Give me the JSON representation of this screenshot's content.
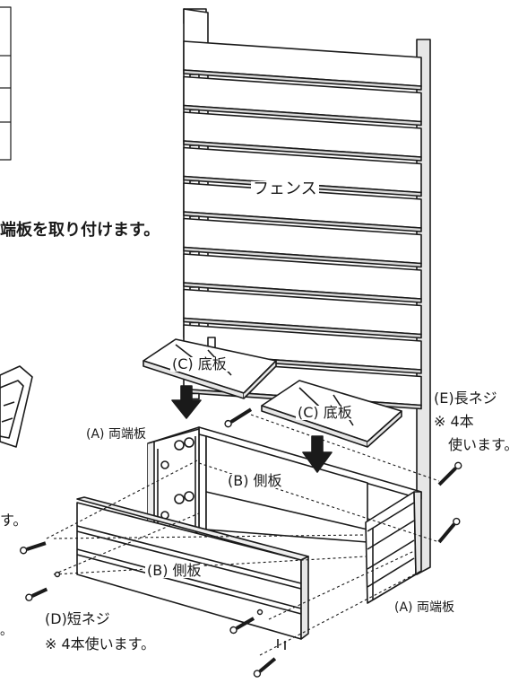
{
  "instruction": "端板を取り付けます。",
  "labels": {
    "fence": "フェンス",
    "bottom_board_c_1": "(C) 底板",
    "bottom_board_c_2": "(C) 底板",
    "end_board_a_left": "(A) 両端板",
    "end_board_a_right": "(A) 両端板",
    "side_board_b_back": "(B) 側板",
    "side_board_b_front": "(B) 側板",
    "long_screw_title": "(E)長ネジ",
    "long_screw_count": "※ 4本",
    "long_screw_use": "使います。",
    "short_screw_title": "(D)短ネジ",
    "short_screw_note": "※ 4本使います。",
    "cut_text_left": "す。",
    "cut_text_bottom": "。"
  },
  "colors": {
    "line": "#1a1a1a",
    "fill": "#ffffff",
    "shade": "#d9d9d9"
  }
}
